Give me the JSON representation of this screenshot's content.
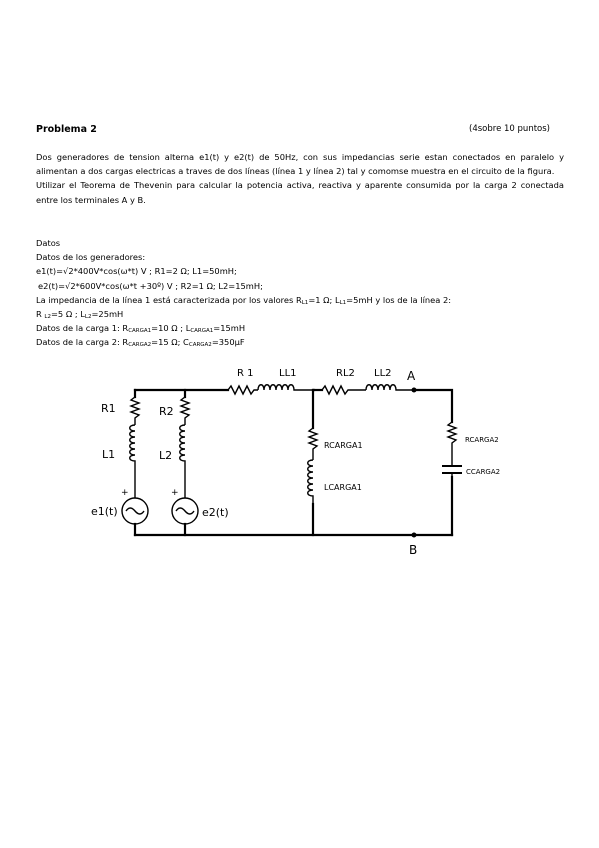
{
  "problem": {
    "title": "Problema 2",
    "points": "(4sobre 10 puntos)"
  },
  "statement": {
    "p1": "Dos generadores de tension alterna e1(t) y e2(t) de 50Hz, con sus impedancias serie estan conectados en paralelo y alimentan a dos cargas electricas a traves de dos líneas (línea 1 y línea 2) tal y comomse muestra en el circuito de la figura.",
    "p2": "Utilizar el Teorema de Thevenin para calcular la potencia activa, reactiva y aparente consumida por la carga 2 conectada entre los terminales A y B."
  },
  "data": {
    "heading": "Datos",
    "generators_heading": "Datos de los generadores:",
    "gen1": "e1(t)=√2*400V*cos(ω*t) V ; R1=2 Ω; L1=50mH;",
    "gen2": "e2(t)=√2*600V*cos(ω*t +30º) V ; R2=1 Ω; L2=15mH;",
    "line1_text": "La impedancia de la línea 1 está caracterizada por los valores R",
    "line1_r_sub": "L1",
    "line1_r_val": "=1 Ω; L",
    "line1_l_sub": "L1",
    "line1_l_val": "=5mH y los de la línea 2:",
    "line2_r": "R ",
    "line2_r_sub": "L2",
    "line2_r_val": "=5 Ω ; L",
    "line2_l_sub": "L2",
    "line2_l_val": "=25mH",
    "load1_text": "Datos de la carga 1: R",
    "load1_r_sub": "CARGA1",
    "load1_r_val": "=10 Ω ; L",
    "load1_l_sub": "CARGA1",
    "load1_l_val": "=15mH",
    "load2_text": "Datos de la carga 2: R",
    "load2_r_sub": "CARGA2",
    "load2_r_val": "=15 Ω; C",
    "load2_c_sub": "CARGA2",
    "load2_c_val": "=350μF"
  },
  "circuit": {
    "labels": {
      "r1": "R1",
      "l1": "L1",
      "r2": "R2",
      "l2": "L2",
      "e1": "e1(t)",
      "e2": "e2(t)",
      "rl1": "R 1",
      "ll1": "LL1",
      "rl2": "RL2",
      "ll2": "LL2",
      "node_a": "A",
      "node_b": "B",
      "rcarga1": "RCARGA1",
      "lcarga1": "LCARGA1",
      "rcarga2": "RCARGA2",
      "ccarga2": "CCARGA2",
      "plus1": "+",
      "plus2": "+"
    }
  }
}
